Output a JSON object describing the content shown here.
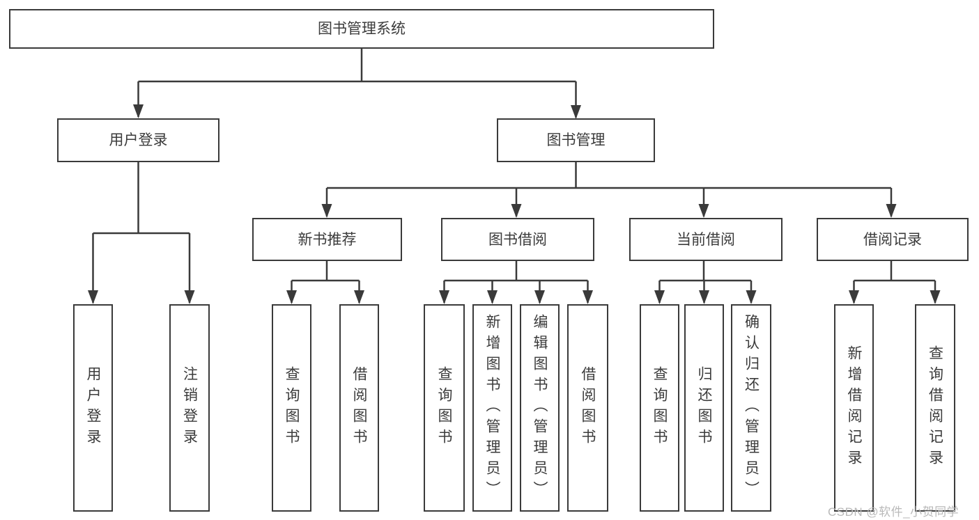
{
  "diagram_type": "hierarchy-tree",
  "colors": {
    "line": "#3a3a3a",
    "text": "#3b3b3b",
    "watermark": "#b9b9b9",
    "background": "#ffffff"
  },
  "tree": {
    "label": "图书管理系统",
    "children": [
      {
        "label": "用户登录",
        "children": [
          {
            "label": "用户登录"
          },
          {
            "label": "注销登录"
          }
        ]
      },
      {
        "label": "图书管理",
        "children": [
          {
            "label": "新书推荐",
            "children": [
              {
                "label": "查询图书"
              },
              {
                "label": "借阅图书"
              }
            ]
          },
          {
            "label": "图书借阅",
            "children": [
              {
                "label": "查询图书"
              },
              {
                "label": "新增图书（管理员）"
              },
              {
                "label": "编辑图书（管理员）"
              },
              {
                "label": "借阅图书"
              }
            ]
          },
          {
            "label": "当前借阅",
            "children": [
              {
                "label": "查询图书"
              },
              {
                "label": "归还图书"
              },
              {
                "label": "确认归还（管理员）"
              }
            ]
          },
          {
            "label": "借阅记录",
            "children": [
              {
                "label": "新增借阅记录"
              },
              {
                "label": "查询借阅记录"
              }
            ]
          }
        ]
      }
    ]
  },
  "watermark": {
    "text": "CSDN @软件_小贺同学"
  }
}
